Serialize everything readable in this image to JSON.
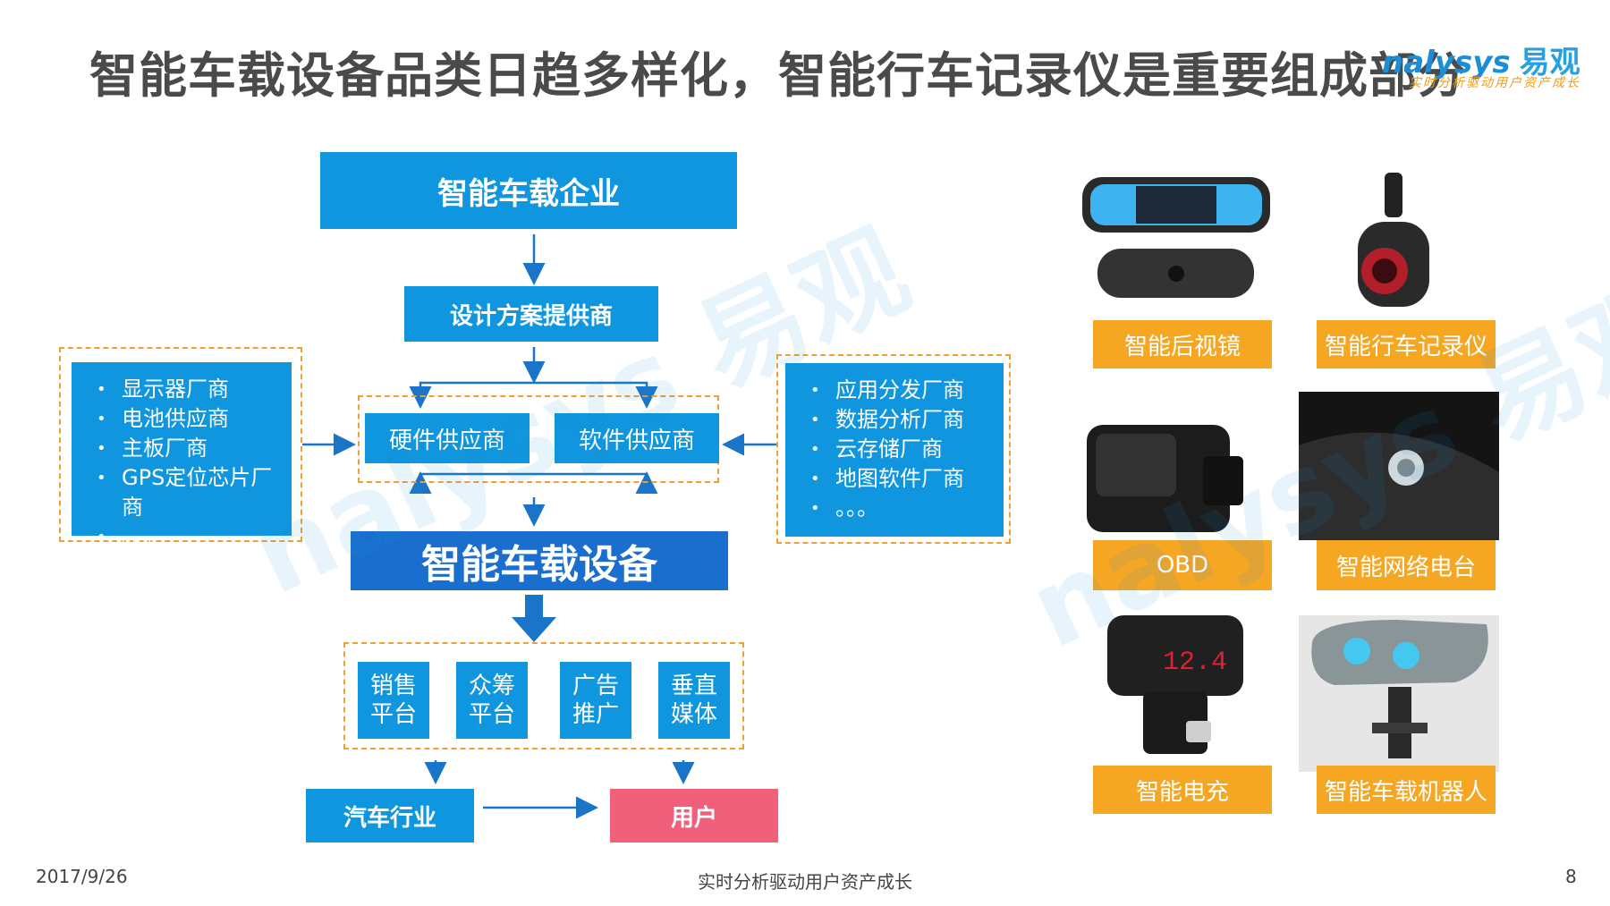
{
  "title": "智能车载设备品类日趋多样化，智能行车记录仪是重要组成部分",
  "logo": {
    "brand": "nalysys",
    "brand_cn": "易观",
    "slogan": "实时分析驱动用户资产成长"
  },
  "diagram": {
    "top": "智能车载企业",
    "design": "设计方案提供商",
    "hardware": "硬件供应商",
    "software": "软件供应商",
    "device": "智能车载设备",
    "left_list": [
      "显示器厂商",
      "电池供应商",
      "主板厂商",
      "GPS定位芯片厂商",
      "。。。"
    ],
    "right_list": [
      "应用分发厂商",
      "数据分析厂商",
      "云存储厂商",
      "地图软件厂商",
      "。。。"
    ],
    "channels": [
      {
        "line1": "销售",
        "line2": "平台"
      },
      {
        "line1": "众筹",
        "line2": "平台"
      },
      {
        "line1": "广告",
        "line2": "推广"
      },
      {
        "line1": "垂直",
        "line2": "媒体"
      }
    ],
    "industry": "汽车行业",
    "user": "用户"
  },
  "products": [
    "智能后视镜",
    "智能行车记录仪",
    "OBD",
    "智能网络电台",
    "智能电充",
    "智能车载机器人"
  ],
  "charger_display": "12.4",
  "footer": {
    "date": "2017/9/26",
    "slogan": "实时分析驱动用户资产成长",
    "page": "8"
  }
}
